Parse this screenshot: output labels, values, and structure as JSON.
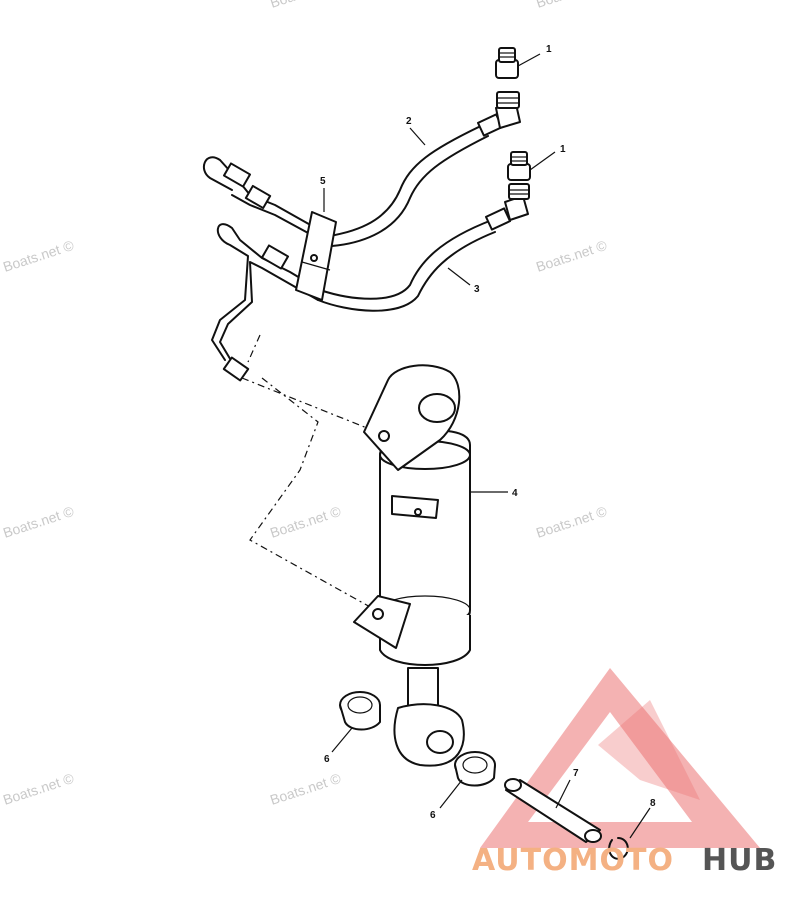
{
  "watermarks": [
    {
      "text": "Boats.net ©"
    },
    {
      "text": "Boats.net ©"
    },
    {
      "text": "Boats.net ©"
    },
    {
      "text": "Boats.net ©"
    },
    {
      "text": "Boats.net ©"
    },
    {
      "text": "Boats.net ©"
    },
    {
      "text": "Boats.net ©"
    },
    {
      "text": "Boats.net ©"
    },
    {
      "text": "Boats.net ©"
    }
  ],
  "callouts": [
    {
      "label": "1"
    },
    {
      "label": "1"
    },
    {
      "label": "2"
    },
    {
      "label": "3"
    },
    {
      "label": "4"
    },
    {
      "label": "5"
    },
    {
      "label": "6"
    },
    {
      "label": "6"
    },
    {
      "label": "7"
    },
    {
      "label": "8"
    }
  ],
  "logo": {
    "text_part1": "AUTOMOTO",
    "text_part2": "HUB",
    "color_primary": "#f4b183",
    "color_secondary": "#555555",
    "triangle_color": "#e85a5a"
  }
}
